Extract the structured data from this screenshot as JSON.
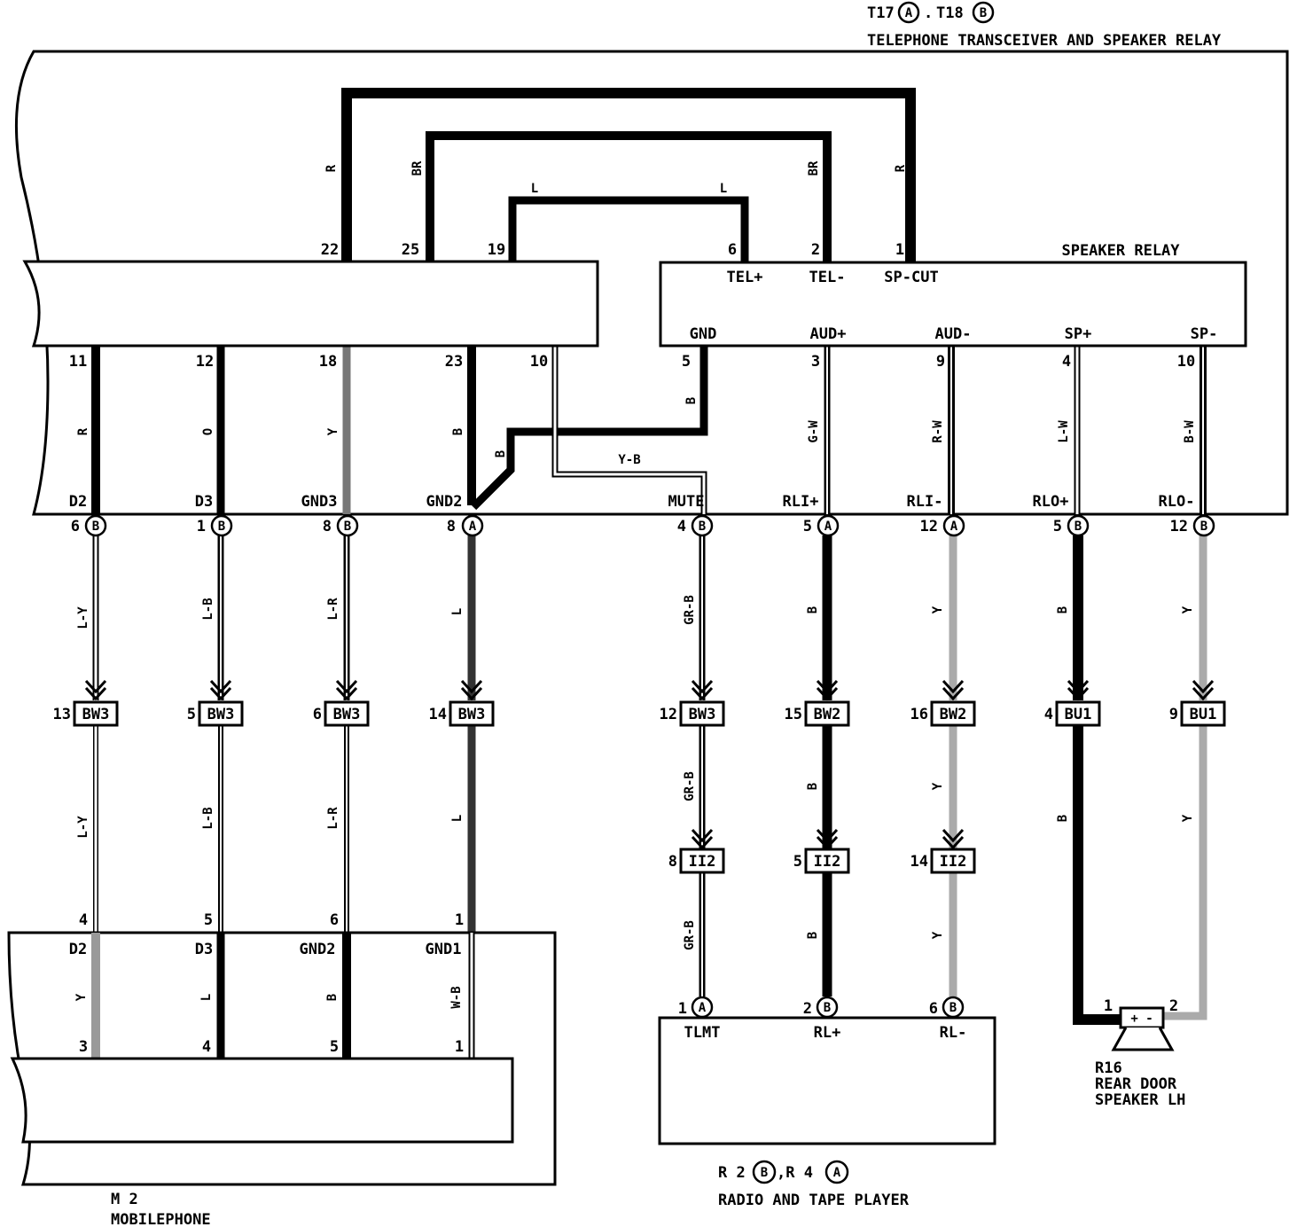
{
  "header": {
    "connector_ids": "T17",
    "connector_ids_2": "T18",
    "conn_a": "A",
    "conn_b": "B",
    "title": "TELEPHONE TRANSCEIVER AND SPEAKER RELAY",
    "speaker_relay": "SPEAKER RELAY"
  },
  "transceiver": {
    "top_pins": [
      "22",
      "25",
      "19"
    ],
    "bottom_pins": [
      "11",
      "12",
      "18",
      "23",
      "10"
    ],
    "bottom_terms": [
      "D2",
      "D3",
      "GND3",
      "GND2"
    ],
    "bottom_conn_pins": [
      "6",
      "1",
      "8",
      "8"
    ],
    "bottom_conn_letters": [
      "B",
      "B",
      "B",
      "A"
    ]
  },
  "relay": {
    "top_pins": [
      "6",
      "2",
      "1"
    ],
    "top_terms": [
      "TEL+",
      "TEL-",
      "SP-CUT"
    ],
    "bottom_terms": [
      "GND",
      "AUD+",
      "AUD-",
      "SP+",
      "SP-"
    ],
    "bottom_pins": [
      "5",
      "3",
      "9",
      "4",
      "10"
    ],
    "unit_terms": [
      "MUTE",
      "RLI+",
      "RLI-",
      "RLO+",
      "RLO-"
    ],
    "unit_conn_pins": [
      "4",
      "5",
      "12",
      "5",
      "12"
    ],
    "unit_conn_letters": [
      "B",
      "A",
      "A",
      "B",
      "B"
    ]
  },
  "wire_colors": {
    "loop_outer": "R",
    "loop_mid": "BR",
    "loop_inner": "L",
    "col_11": "R",
    "col_12": "O",
    "col_18": "Y",
    "col_23": "B",
    "gnd_diag": "B",
    "gnd_relay": "B",
    "yb": "Y-B",
    "aud_plus": "G-W",
    "aud_minus": "R-W",
    "sp_plus": "L-W",
    "sp_minus": "B-W"
  },
  "lower_left": {
    "wire_upper": [
      "L-Y",
      "L-B",
      "L-R",
      "L"
    ],
    "junctions": [
      {
        "pin": "13",
        "id": "BW3"
      },
      {
        "pin": "5",
        "id": "BW3"
      },
      {
        "pin": "6",
        "id": "BW3"
      },
      {
        "pin": "14",
        "id": "BW3"
      }
    ],
    "wire_lower": [
      "L-Y",
      "L-B",
      "L-R",
      "L"
    ],
    "mobile_in_pins": [
      "4",
      "5",
      "6",
      "1"
    ],
    "mobile_terms": [
      "D2",
      "D3",
      "GND2",
      "GND1"
    ],
    "mobile_wires": [
      "Y",
      "L",
      "B",
      "W-B"
    ],
    "mobile_out_pins": [
      "3",
      "4",
      "5",
      "1"
    ]
  },
  "lower_right": {
    "wire_upper": [
      "GR-B",
      "B",
      "Y",
      "B",
      "Y"
    ],
    "junctions": [
      {
        "pin": "12",
        "id": "BW3"
      },
      {
        "pin": "15",
        "id": "BW2"
      },
      {
        "pin": "16",
        "id": "BW2"
      },
      {
        "pin": "4",
        "id": "BU1"
      },
      {
        "pin": "9",
        "id": "BU1"
      }
    ],
    "wire_mid": [
      "GR-B",
      "B",
      "Y",
      "B",
      "Y"
    ],
    "junctions2": [
      {
        "pin": "8",
        "id": "II2"
      },
      {
        "pin": "5",
        "id": "II2"
      },
      {
        "pin": "14",
        "id": "II2"
      }
    ],
    "wire_lower": [
      "GR-B",
      "B",
      "Y"
    ],
    "radio_pins": [
      "1",
      "2",
      "6"
    ],
    "radio_letters": [
      "A",
      "B",
      "B"
    ],
    "radio_terms": [
      "TLMT",
      "RL+",
      "RL-"
    ],
    "speaker_pins": [
      "1",
      "2"
    ],
    "speaker_signs": "+ -"
  },
  "captions": {
    "speaker_id": "R16",
    "speaker_name1": "REAR DOOR",
    "speaker_name2": "SPEAKER LH",
    "radio_ids": "R 2",
    "radio_ids_2": ",R 4",
    "radio_conn_b": "B",
    "radio_conn_a": "A",
    "radio_name": "RADIO AND TAPE PLAYER",
    "mobile_id": "M 2",
    "mobile_name": "MOBILEPHONE"
  }
}
